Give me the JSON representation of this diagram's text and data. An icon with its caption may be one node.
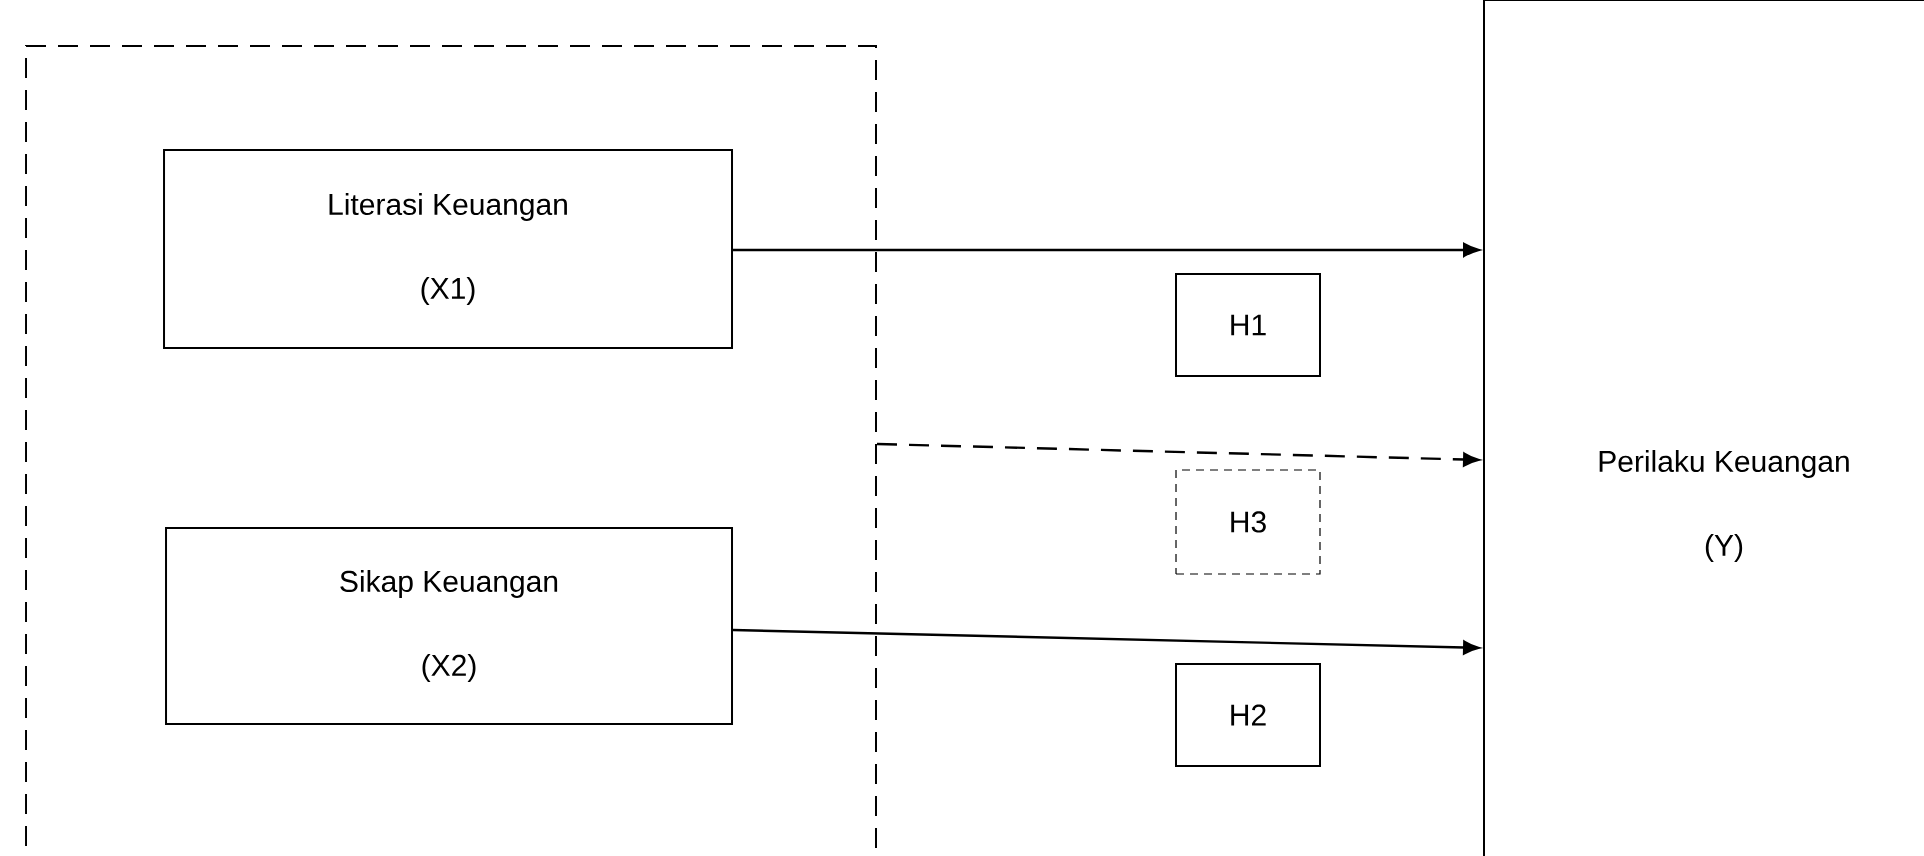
{
  "diagram": {
    "nodes": [
      {
        "text": [],
        "shape": "box"
      },
      {
        "text": [
          "Literasi Keuangan",
          "(X1)"
        ],
        "in": 0
      },
      {
        "text": [
          "Sikap Keuangan",
          "(X2)"
        ],
        "in": 0
      },
      {
        "text": [
          "Perilaku Keuangan",
          "(Y)"
        ]
      },
      {
        "text": [
          "H1"
        ]
      },
      {
        "text": [
          "H3"
        ]
      },
      {
        "text": [
          "H2"
        ]
      }
    ],
    "edges": [
      {
        "from": 1,
        "to": 3,
        "arrow": "to"
      },
      {
        "from": 0,
        "to": 3,
        "arrow": "to",
        "style": "dashed"
      },
      {
        "from": 2,
        "to": 3,
        "arrow": "to"
      }
    ]
  }
}
